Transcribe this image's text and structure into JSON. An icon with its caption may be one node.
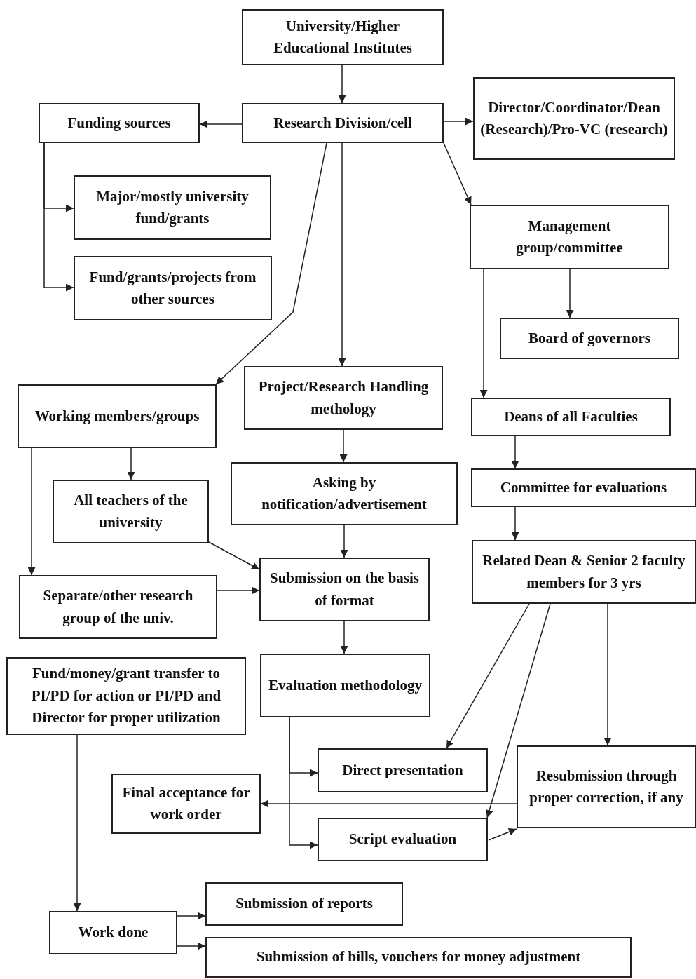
{
  "diagram": {
    "nodes": [
      {
        "text": [
          "University/Higher Educational Institutes"
        ]
      },
      {
        "text": [
          "Research Division/cell"
        ]
      },
      {
        "text": [
          "Funding sources"
        ]
      },
      {
        "text": [
          "Director/Coordinator/Dean (Research)/Pro-VC (research)"
        ]
      },
      {
        "text": [
          "Major/mostly university fund/grants"
        ]
      },
      {
        "text": [
          "Fund/grants/projects from other sources"
        ]
      },
      {
        "text": [
          "Management group/committee"
        ]
      },
      {
        "text": [
          "Board of governors"
        ]
      },
      {
        "text": [
          "Working members/groups"
        ]
      },
      {
        "text": [
          "Project/Research Handling methology"
        ]
      },
      {
        "text": [
          "Deans of all Faculties"
        ]
      },
      {
        "text": [
          "All teachers of the university"
        ]
      },
      {
        "text": [
          "Asking by notification/advertisement"
        ]
      },
      {
        "text": [
          "Committee for evaluations"
        ]
      },
      {
        "text": [
          "Related Dean & Senior 2 faculty members for 3 yrs"
        ]
      },
      {
        "text": [
          "Separate/other research group of the univ."
        ]
      },
      {
        "text": [
          "Submission on the basis of format"
        ]
      },
      {
        "text": [
          "Fund/money/grant transfer to PI/PD for action or PI/PD and Director for proper utilization"
        ]
      },
      {
        "text": [
          "Evaluation methodology"
        ]
      },
      {
        "text": [
          "Direct presentation"
        ]
      },
      {
        "text": [
          "Final acceptance for work order"
        ]
      },
      {
        "text": [
          "Resubmission through proper correction, if any"
        ]
      },
      {
        "text": [
          "Script evaluation"
        ]
      },
      {
        "text": [
          "Submission of reports"
        ]
      },
      {
        "text": [
          "Work done"
        ]
      },
      {
        "text": [
          "Submission of bills, vouchers for money adjustment"
        ]
      }
    ],
    "edges": [
      {
        "from": 0,
        "to": 1,
        "arrow": "to"
      },
      {
        "from": 1,
        "to": 2,
        "arrow": "to"
      },
      {
        "from": 1,
        "to": 3,
        "arrow": "to"
      },
      {
        "from": 2,
        "to": 4,
        "arrow": "to"
      },
      {
        "from": 2,
        "to": 5,
        "arrow": "to"
      },
      {
        "from": 1,
        "to": 8,
        "arrow": "to"
      },
      {
        "from": 1,
        "to": 9,
        "arrow": "to"
      },
      {
        "from": 1,
        "to": 6,
        "arrow": "to"
      },
      {
        "from": 6,
        "to": 7,
        "arrow": "to"
      },
      {
        "from": 6,
        "to": 10,
        "arrow": "to"
      },
      {
        "from": 8,
        "to": 11,
        "arrow": "to"
      },
      {
        "from": 8,
        "to": 15,
        "arrow": "to"
      },
      {
        "from": 9,
        "to": 12,
        "arrow": "to"
      },
      {
        "from": 10,
        "to": 13,
        "arrow": "to"
      },
      {
        "from": 11,
        "to": 16,
        "arrow": "to"
      },
      {
        "from": 12,
        "to": 16,
        "arrow": "to"
      },
      {
        "from": 13,
        "to": 14,
        "arrow": "to"
      },
      {
        "from": 15,
        "to": 16,
        "arrow": "to"
      },
      {
        "from": 16,
        "to": 18,
        "arrow": "to"
      },
      {
        "from": 14,
        "to": 19,
        "arrow": "to"
      },
      {
        "from": 14,
        "to": 22,
        "arrow": "to"
      },
      {
        "from": 14,
        "to": 21,
        "arrow": "to"
      },
      {
        "from": 18,
        "to": 19,
        "arrow": "to"
      },
      {
        "from": 18,
        "to": 22,
        "arrow": "to"
      },
      {
        "from": 21,
        "to": 20,
        "arrow": "to"
      },
      {
        "from": 22,
        "to": 21,
        "arrow": "to"
      },
      {
        "from": 17,
        "to": 24,
        "arrow": "to"
      },
      {
        "from": 24,
        "to": 23,
        "arrow": "to"
      },
      {
        "from": 24,
        "to": 25,
        "arrow": "to"
      }
    ]
  }
}
